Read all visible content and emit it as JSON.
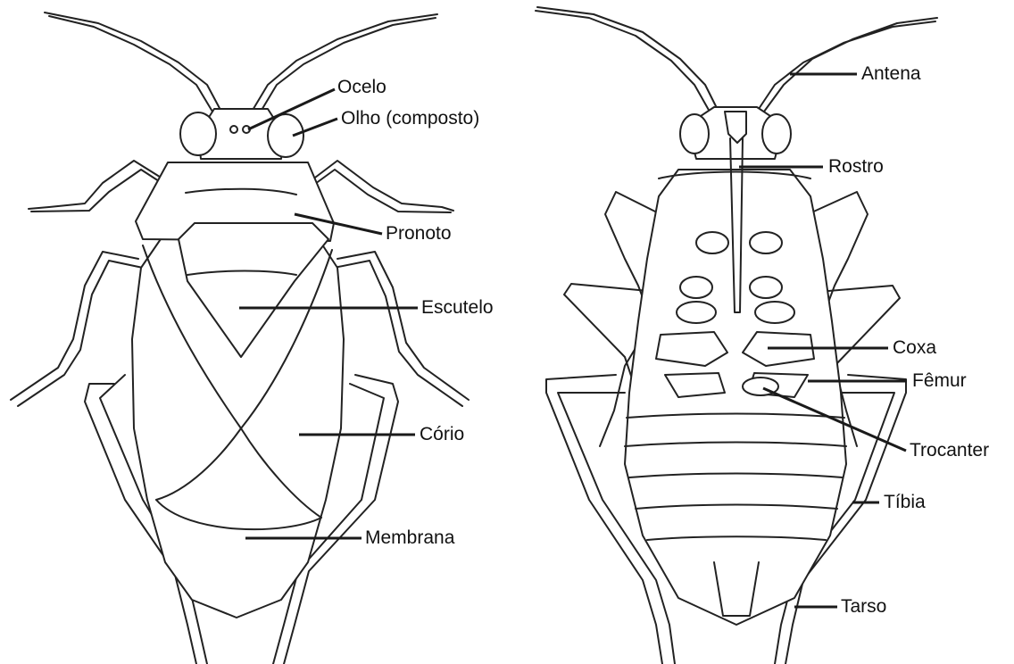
{
  "dorsal_labels": {
    "ocelo": "Ocelo",
    "olho": "Olho (composto)",
    "pronoto": "Pronoto",
    "escutelo": "Escutelo",
    "corio": "Cório",
    "membrana": "Membrana"
  },
  "ventral_labels": {
    "antena": "Antena",
    "rostro": "Rostro",
    "coxa": "Coxa",
    "femur": "Fêmur",
    "trocanter": "Trocanter",
    "tibia": "Tíbia",
    "tarso": "Tarso"
  },
  "colors": {
    "outline": "#222222",
    "leader": "#1a1a1a",
    "text": "#111111",
    "background": "#ffffff"
  }
}
